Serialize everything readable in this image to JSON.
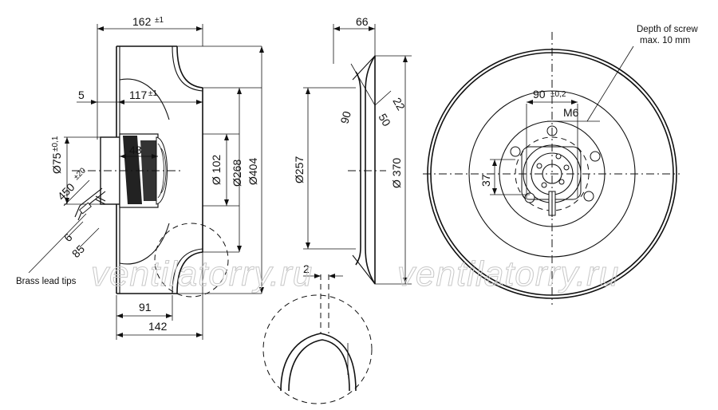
{
  "side_view": {
    "dims": {
      "width_overall": "162",
      "width_overall_tol": "±1",
      "inner_width": "117",
      "inner_width_tol": "±1",
      "lead_offset": "5",
      "motor_width": "48",
      "hub_dia": "Ø75",
      "hub_dia_tol": "±0,1",
      "cable_length": "450",
      "cable_length_tol": "±20",
      "lead_strip_6": "6",
      "lead_strip_85": "85",
      "dia_102": "Ø 102",
      "dia_268": "Ø268",
      "dia_404": "Ø404",
      "depth_91": "91",
      "depth_142": "142"
    },
    "label_brass": "Brass lead tips"
  },
  "inlet_ring_view": {
    "dims": {
      "ring_width": "66",
      "angle_90": "90",
      "angle_50": "50",
      "dim_22": "22",
      "dia_257": "Ø257",
      "dia_370": "Ø 370"
    }
  },
  "detail_view": {
    "dims": {
      "gap_2": "2"
    }
  },
  "front_view": {
    "dims": {
      "bolt_circle": "90",
      "bolt_circle_tol": "±0,2",
      "thread": "M6",
      "offset_37": "37"
    },
    "note_line1": "Depth of screw",
    "note_line2": "max. 10 mm"
  },
  "watermark": "ventilatorry.ru"
}
